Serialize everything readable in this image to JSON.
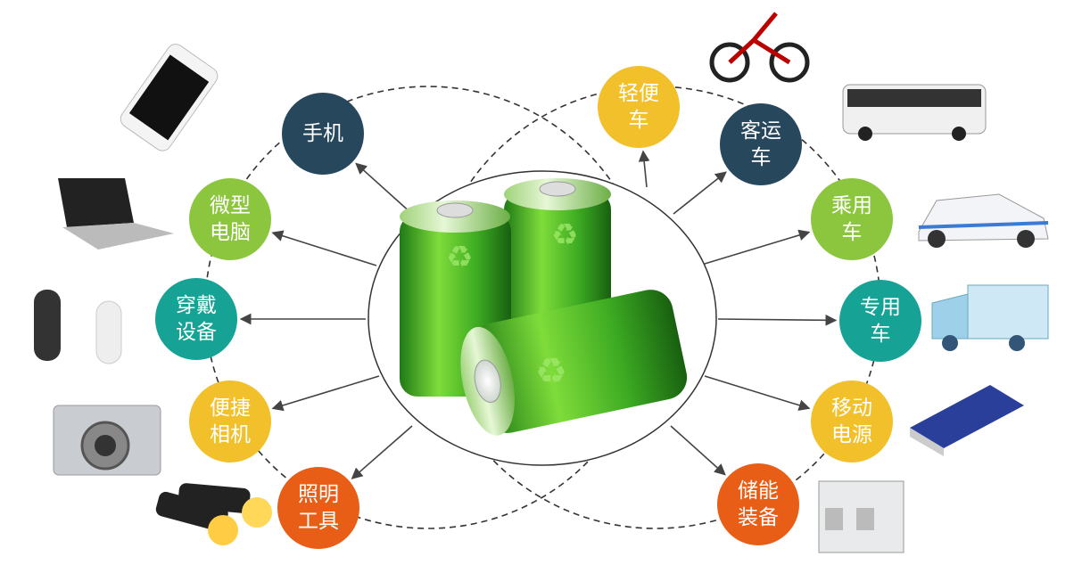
{
  "colors": {
    "navy": "#27485c",
    "green": "#8cc63e",
    "teal": "#17a296",
    "yellow": "#f2c02a",
    "orange": "#e85e16",
    "battery": "#3cae2a"
  },
  "nodes": [
    {
      "id": "phone",
      "lines": [
        "手机"
      ],
      "color": "navy",
      "icon": "smartphone-icon"
    },
    {
      "id": "microcomputer",
      "lines": [
        "微型",
        "电脑"
      ],
      "color": "green",
      "icon": "laptop-icon"
    },
    {
      "id": "wearable",
      "lines": [
        "穿戴",
        "设备"
      ],
      "color": "teal",
      "icon": "wristband-icon"
    },
    {
      "id": "camera",
      "lines": [
        "便捷",
        "相机"
      ],
      "color": "yellow",
      "icon": "camera-icon"
    },
    {
      "id": "lighting",
      "lines": [
        "照明",
        "工具"
      ],
      "color": "orange",
      "icon": "flashlight-icon"
    },
    {
      "id": "light-vehicle",
      "lines": [
        "轻便",
        "车"
      ],
      "color": "yellow",
      "icon": "ebike-icon"
    },
    {
      "id": "bus",
      "lines": [
        "客运",
        "车"
      ],
      "color": "navy",
      "icon": "bus-icon"
    },
    {
      "id": "passenger-car",
      "lines": [
        "乘用",
        "车"
      ],
      "color": "green",
      "icon": "car-icon"
    },
    {
      "id": "special-vehicle",
      "lines": [
        "专用",
        "车"
      ],
      "color": "teal",
      "icon": "truck-icon"
    },
    {
      "id": "power-bank",
      "lines": [
        "移动",
        "电源"
      ],
      "color": "yellow",
      "icon": "power-bank-icon"
    },
    {
      "id": "energy-storage",
      "lines": [
        "储能",
        "装备"
      ],
      "color": "orange",
      "icon": "storage-cabinet-icon"
    }
  ]
}
